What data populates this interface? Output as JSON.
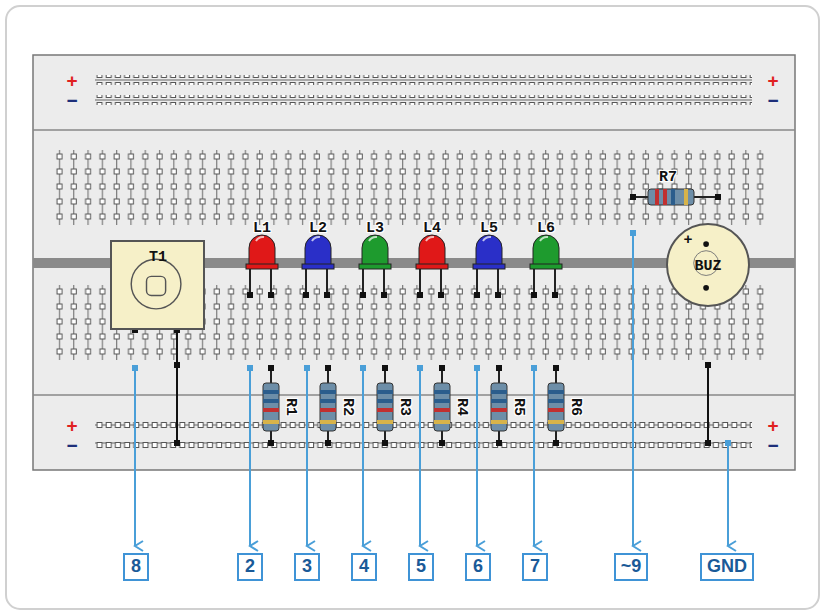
{
  "diagram": {
    "nodes": [
      {
        "text": [
          "T1"
        ]
      },
      {
        "text": [
          "+",
          "BUZ"
        ]
      },
      {
        "text": [
          "8"
        ]
      },
      {
        "text": [
          "2"
        ]
      },
      {
        "text": [
          "3"
        ]
      },
      {
        "text": [
          "4"
        ]
      },
      {
        "text": [
          "5"
        ]
      },
      {
        "text": [
          "6"
        ]
      },
      {
        "text": [
          "7"
        ]
      },
      {
        "text": [
          "~9"
        ]
      },
      {
        "text": [
          "GND"
        ]
      }
    ],
    "labels": [
      "+",
      "+",
      "−",
      "−",
      "R7",
      "L1",
      "L2",
      "L3",
      "L4",
      "L5",
      "L6",
      "R1",
      "R2",
      "R3",
      "R4",
      "R5",
      "R6",
      "+",
      "+",
      "−",
      "−"
    ]
  }
}
